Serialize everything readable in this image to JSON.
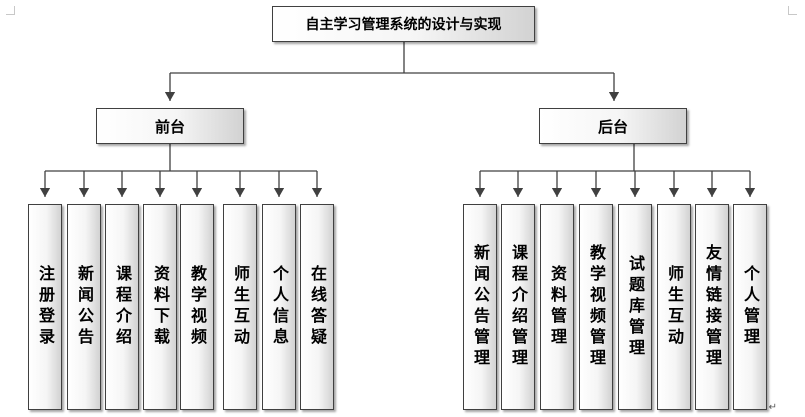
{
  "root": {
    "label": "自主学习管理系统的设计与实现"
  },
  "front": {
    "label": "前台",
    "items": [
      "注册登录",
      "新闻公告",
      "课程介绍",
      "资料下载",
      "教学视频",
      "师生互动",
      "个人信息",
      "在线答疑"
    ]
  },
  "back": {
    "label": "后台",
    "items": [
      "新闻公告管理",
      "课程介绍管理",
      "资料管理",
      "教学视频管理",
      "试题库管理",
      "师生互动",
      "友情链接管理",
      "个人管理"
    ]
  },
  "paragraph_mark": "↵",
  "colors": {
    "line": "#404040",
    "box_border": "#404040",
    "gradient_end": "#d2d2d2"
  }
}
